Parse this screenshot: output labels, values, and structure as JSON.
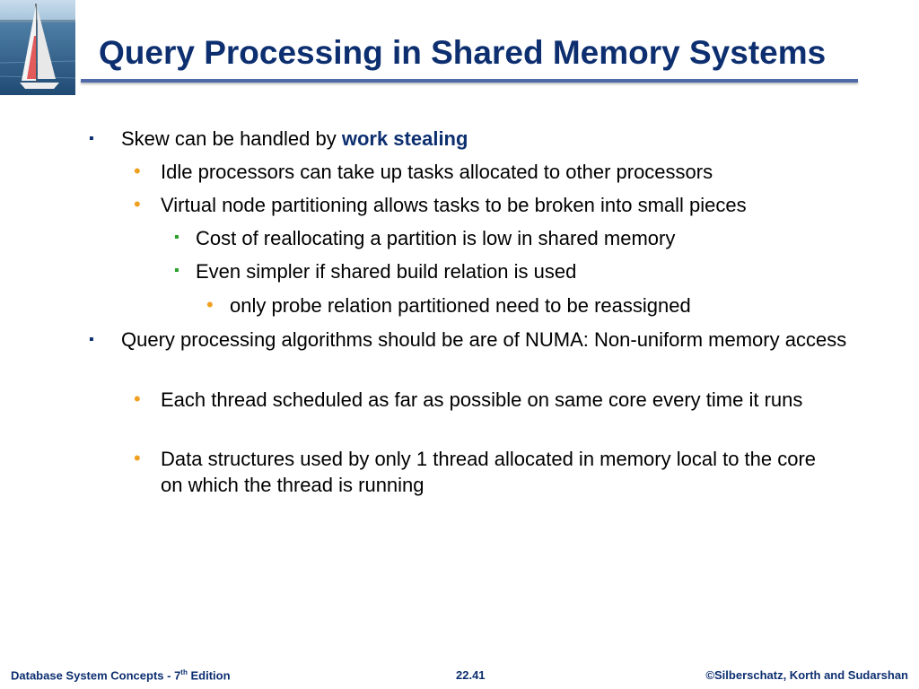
{
  "slide": {
    "title": "Query Processing in Shared Memory Systems",
    "bullets": {
      "b1_prefix": "Skew can be handled by ",
      "b1_emph": "work stealing",
      "b1_1": "Idle processors can take up tasks allocated to other processors",
      "b1_2": "Virtual node partitioning allows tasks to be broken into small pieces",
      "b1_2_1": "Cost of reallocating a partition is low in shared memory",
      "b1_2_2": "Even simpler if shared build relation is used",
      "b1_2_2_1": "only probe relation partitioned need to be reassigned",
      "b2": "Query processing algorithms should be are of NUMA: Non-uniform memory access",
      "b2_1": "Each thread scheduled as far as possible on same core every time it runs",
      "b2_2": "Data structures used by only 1 thread allocated in memory local to the core on which the thread is running"
    },
    "markers": {
      "square": "▪",
      "dot": "•"
    }
  },
  "footer": {
    "left_prefix": "Database System Concepts - 7",
    "left_sup": "th",
    "left_suffix": " Edition",
    "center": "22.41",
    "right": "©Silberschatz, Korth and Sudarshan"
  },
  "colors": {
    "title": "#0d2f70",
    "bullet_orange": "#f0a020",
    "bullet_green": "#2aa02a",
    "rule": "#4f6aa8"
  },
  "icons": {
    "logo": "sailboat-logo-icon"
  }
}
